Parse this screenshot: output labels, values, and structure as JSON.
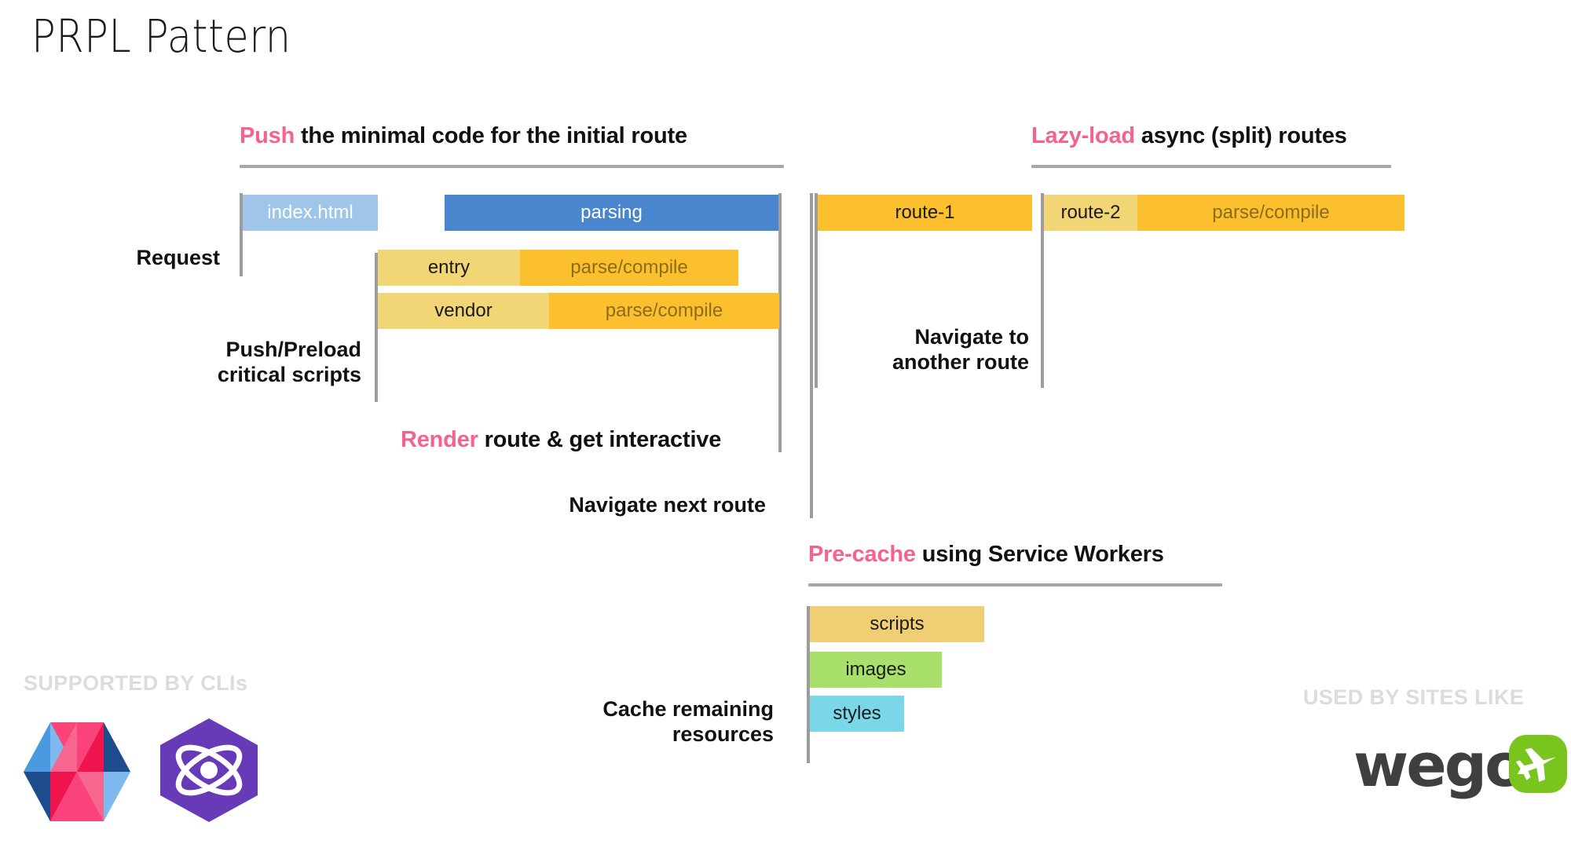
{
  "title": "PRPL Pattern",
  "sections": {
    "push": {
      "keyword": "Push",
      "rest": " the minimal code for the initial route"
    },
    "lazy": {
      "keyword": "Lazy-load",
      "rest": " async (split) routes"
    },
    "render": {
      "keyword": "Render",
      "rest": " route & get interactive"
    },
    "precache": {
      "keyword": "Pre-cache",
      "rest": " using Service Workers"
    }
  },
  "labels": {
    "request": "Request",
    "push_preload": "Push/Preload\ncritical scripts",
    "navigate_next": "Navigate next route",
    "navigate_another": "Navigate to\nanother route",
    "cache_remaining": "Cache remaining\nresources"
  },
  "bars": {
    "index_html": "index.html",
    "parsing": "parsing",
    "entry": "entry",
    "entry_parse": "parse/compile",
    "vendor": "vendor",
    "vendor_parse": "parse/compile",
    "route1": "route-1",
    "route2": "route-2",
    "route2_parse": "parse/compile",
    "scripts": "scripts",
    "images": "images",
    "styles": "styles"
  },
  "footer": {
    "supported_by": "SUPPORTED BY CLIs",
    "used_by": "USED BY SITES LIKE",
    "wego_word": "wego"
  },
  "colors": {
    "accent_pink": "#f4628f",
    "light_blue": "#9fc5e8",
    "blue": "#4a86cd",
    "light_yellow": "#f2d675",
    "orange": "#fcc02e",
    "green": "#a8e06b",
    "cyan": "#79d7e8",
    "rule_gray": "#a6a6a6",
    "footer_gray": "#dcdcdc"
  },
  "icons": {
    "polymer": "polymer-logo-icon",
    "preact": "preact-hexagon-atom-icon",
    "wego_plane": "wego-airplane-icon"
  }
}
